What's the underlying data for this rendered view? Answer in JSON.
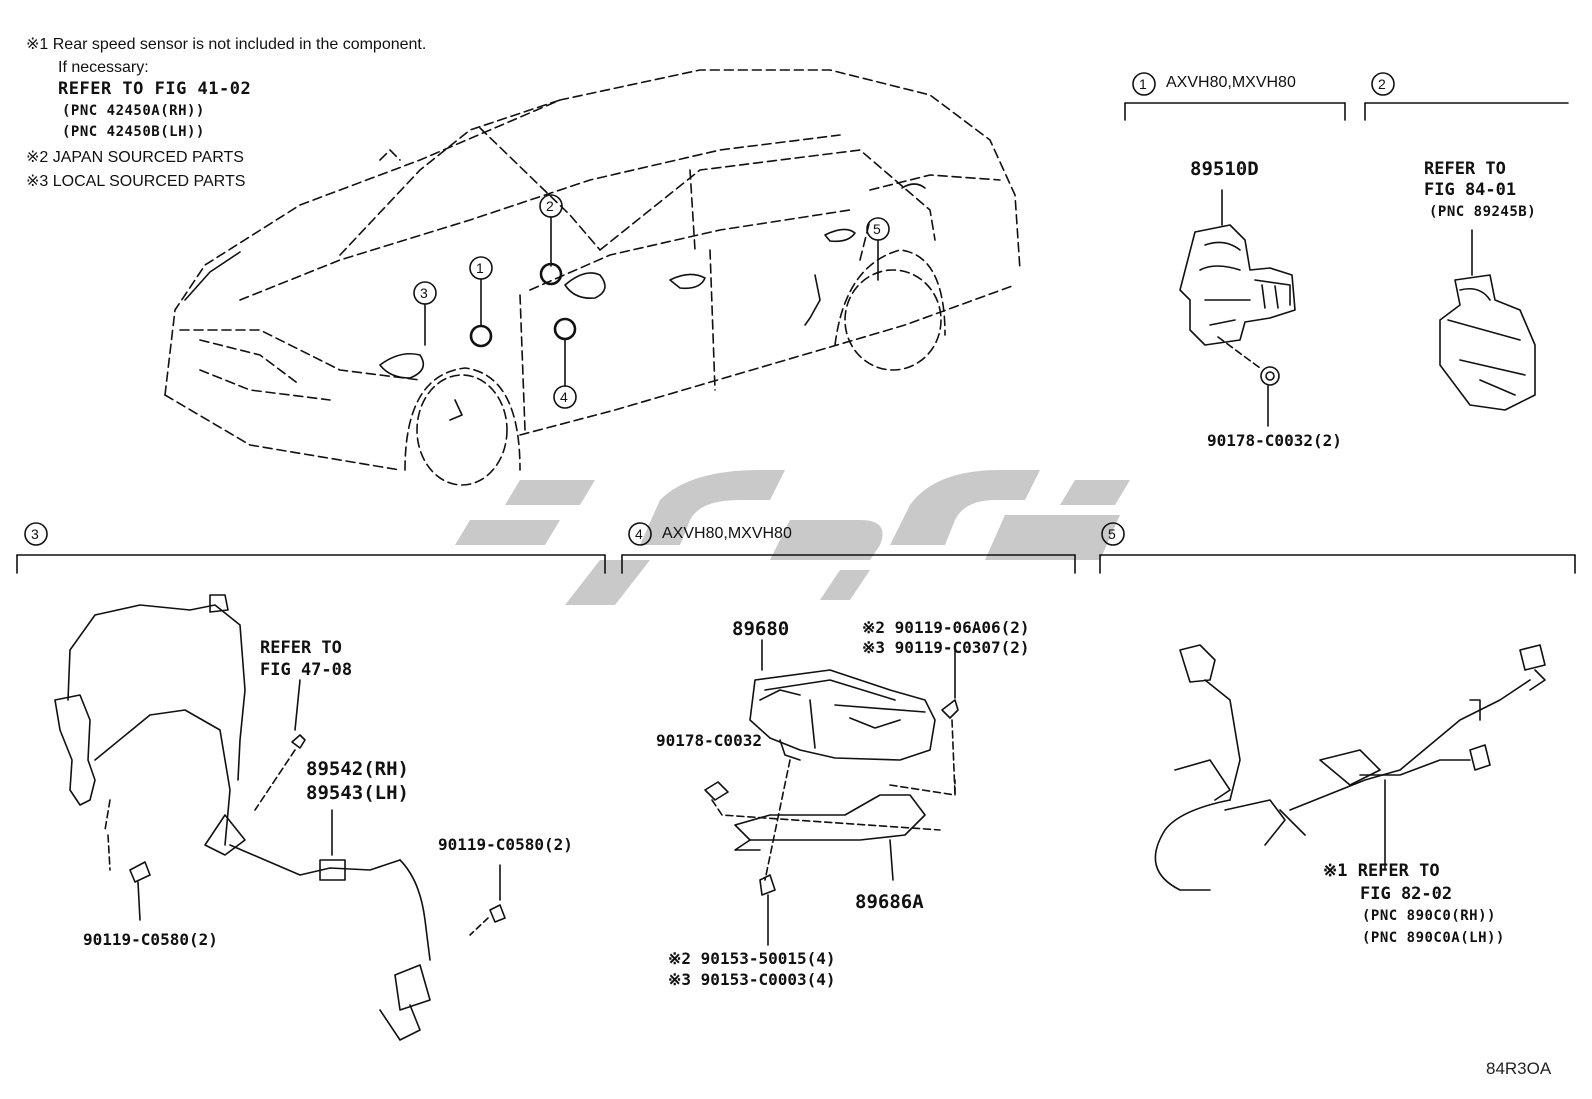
{
  "notes": {
    "n1_line1": "※1 Rear speed sensor is not included in the component.",
    "n1_line2": "If necessary:",
    "n1_line3": "REFER TO FIG 41-02",
    "n1_line4": "(PNC 42450A(RH))",
    "n1_line5": "(PNC 42450B(LH))",
    "n2": "※2 JAPAN SOURCED PARTS",
    "n3": "※3 LOCAL SOURCED PARTS"
  },
  "car_callouts": [
    "1",
    "2",
    "3",
    "4",
    "5"
  ],
  "section1": {
    "num": "1",
    "title": "AXVH80,MXVH80",
    "part": "89510D",
    "fastener": "90178-C0032(2)"
  },
  "section2": {
    "num": "2",
    "refer1": "REFER TO",
    "refer2": "FIG 84-01",
    "refer3": "(PNC 89245B)"
  },
  "section3": {
    "num": "3",
    "refer1": "REFER TO",
    "refer2": "FIG 47-08",
    "part_rh": "89542(RH)",
    "part_lh": "89543(LH)",
    "bolt_right": "90119-C0580(2)",
    "bolt_left": "90119-C0580(2)"
  },
  "section4": {
    "num": "4",
    "title": "AXVH80,MXVH80",
    "part": "89680",
    "bolt_a1": "※2  90119-06A06(2)",
    "bolt_a2": "※3  90119-C0307(2)",
    "nut": "90178-C0032",
    "bracket": "89686A",
    "bolt_b1": "※2  90153-50015(4)",
    "bolt_b2": "※3  90153-C0003(4)"
  },
  "section5": {
    "num": "5",
    "refer1": "※1 REFER TO",
    "refer2": "FIG 82-02",
    "refer3": "(PNC 890C0(RH))",
    "refer4": "(PNC 890C0A(LH))"
  },
  "figure_code": "84R3OA",
  "colors": {
    "line": "#111111",
    "watermark": "#c8c8c8",
    "background": "#ffffff"
  }
}
